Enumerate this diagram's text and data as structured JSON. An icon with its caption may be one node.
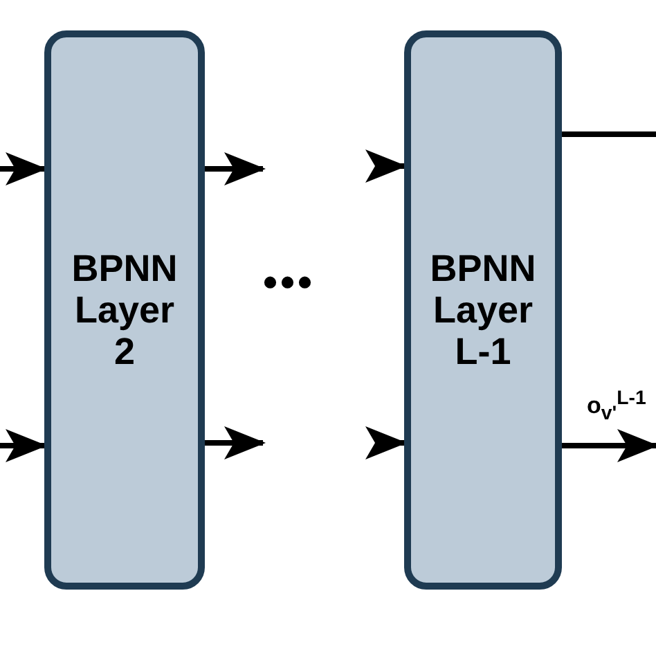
{
  "diagram": {
    "nodes": [
      {
        "text": [
          "BPNN Layer 2"
        ]
      },
      {
        "text": [
          "BPNN Layer L-1"
        ]
      }
    ],
    "edges": [
      {
        "from": null,
        "to": 0,
        "arrow": "to"
      },
      {
        "from": null,
        "to": 0,
        "arrow": "to"
      },
      {
        "from": 0,
        "to": null,
        "arrow": "to"
      },
      {
        "from": 0,
        "to": null,
        "arrow": "to"
      },
      {
        "from": null,
        "to": 1,
        "arrow": "to"
      },
      {
        "from": null,
        "to": 1,
        "arrow": "to"
      },
      {
        "from": 1,
        "to": null,
        "arrow": "none"
      },
      {
        "from": 1,
        "to": null,
        "arrow": "to",
        "label": "o$_{v'}$$^{L-1}$"
      }
    ],
    "labels": [
      "•••"
    ]
  }
}
